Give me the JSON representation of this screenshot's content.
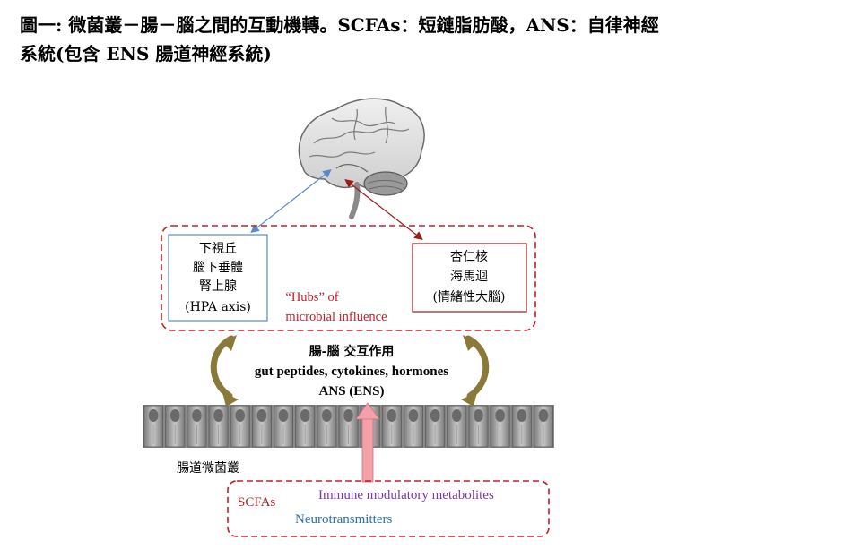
{
  "caption": {
    "line1": "圖一: 微菌叢－腸－腦之間的互動機轉。SCFAs：短鏈脂肪酸，ANS：自律神經",
    "line2": "系統(包含 ENS 腸道神經系統)"
  },
  "hpa_box": {
    "line1": "下視丘",
    "line2": "腦下垂體",
    "line3": "腎上腺",
    "line4": "(HPA axis)"
  },
  "limbic_box": {
    "line1": "杏仁核",
    "line2": "海馬迴",
    "line3": "(情緒性大腦)"
  },
  "hubs": {
    "line1": "“Hubs” of",
    "line2": "microbial influence"
  },
  "interaction": {
    "line1": "腸-腦 交互作用",
    "line2": "gut peptides, cytokines, hormones",
    "line3": "ANS (ENS)"
  },
  "gut_label": "腸道微菌叢",
  "metabolites": {
    "scfas": "SCFAs",
    "immune": "Immune modulatory metabolites",
    "neuro": "Neurotransmitters"
  },
  "colors": {
    "dashed_border": "#c0202a",
    "hubs_text": "#c0202a",
    "scfas_text": "#b02020",
    "immune_text": "#7a3aa0",
    "neuro_text": "#2a6fb0",
    "blue_arrow": "#5a8ac8",
    "red_arrow": "#a01818",
    "olive_arrow": "#8a7a3a",
    "pink_arrow": "#f4a0a8"
  }
}
